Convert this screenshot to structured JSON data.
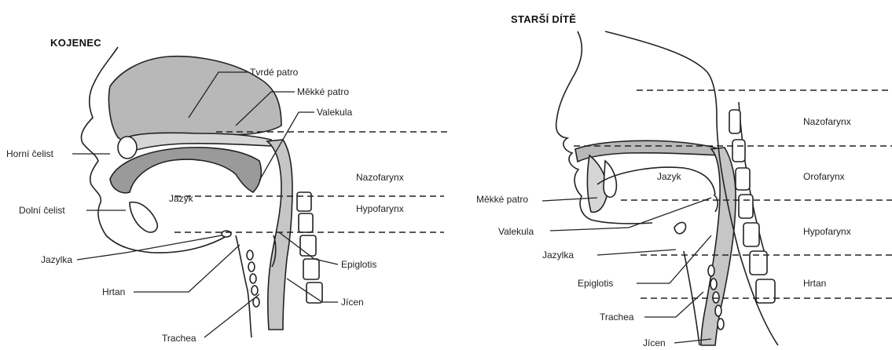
{
  "left": {
    "title": "KOJENEC",
    "labels": {
      "hard_palate": "Tvrdé patro",
      "soft_palate": "Měkké patro",
      "vallecula": "Valekula",
      "maxilla": "Horní čelist",
      "nasopharynx": "Nazofarynx",
      "tongue": "Jazyk",
      "mandible": "Dolní čelist",
      "hypopharynx": "Hypofarynx",
      "hyoid": "Jazylka",
      "epiglottis": "Epiglotis",
      "larynx": "Hrtan",
      "esophagus": "Jícen",
      "trachea": "Trachea"
    }
  },
  "right": {
    "title": "STARŠÍ DÍTĚ",
    "labels": {
      "nasopharynx": "Nazofarynx",
      "soft_palate": "Měkké patro",
      "tongue": "Jazyk",
      "oropharynx": "Orofarynx",
      "vallecula": "Valekula",
      "hypopharynx": "Hypofarynx",
      "hyoid": "Jazylka",
      "epiglottis": "Epiglotis",
      "larynx": "Hrtan",
      "trachea": "Trachea",
      "esophagus": "Jícen"
    }
  },
  "colors": {
    "line": "#222222",
    "shade": "#b8b8b8",
    "light_shade": "#d6d6d6",
    "skin": "#ffffff"
  }
}
